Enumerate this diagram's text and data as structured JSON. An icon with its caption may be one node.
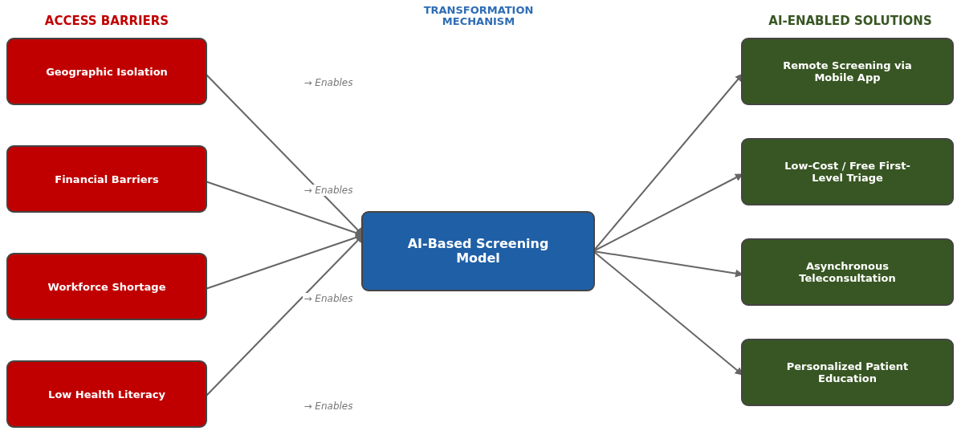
{
  "diagram": {
    "nodes": [
      {
        "text": [
          "Geographic Isolation"
        ]
      },
      {
        "text": [
          "Financial Barriers"
        ]
      },
      {
        "text": [
          "Workforce Shortage"
        ]
      },
      {
        "text": [
          "Low Health Literacy"
        ]
      },
      {
        "text": [
          "AI-Based Screening Model"
        ]
      },
      {
        "text": [
          "Remote Screening via Mobile App"
        ]
      },
      {
        "text": [
          "Low-Cost / Free First-Level Triage"
        ]
      },
      {
        "text": [
          "Asynchronous Teleconsultation"
        ]
      },
      {
        "text": [
          "Personalized Patient Education"
        ]
      }
    ],
    "edges": [
      {
        "from": 0,
        "to": 4,
        "arrow": "to"
      },
      {
        "from": 1,
        "to": 4,
        "arrow": "to"
      },
      {
        "from": 2,
        "to": 4,
        "arrow": "to"
      },
      {
        "from": 3,
        "to": 4,
        "arrow": "to"
      },
      {
        "from": 4,
        "to": 5,
        "arrow": "to"
      },
      {
        "from": 4,
        "to": 6,
        "arrow": "to"
      },
      {
        "from": 4,
        "to": 7,
        "arrow": "to"
      },
      {
        "from": 4,
        "to": 8,
        "arrow": "to"
      }
    ],
    "labels": [
      "ACCESS BARRIERS",
      "TRANSFORMATION MECHANISM",
      "AI-ENABLED SOLUTIONS",
      "→ Enables",
      "→ Enables",
      "→ Enables",
      "→ Enables"
    ]
  }
}
